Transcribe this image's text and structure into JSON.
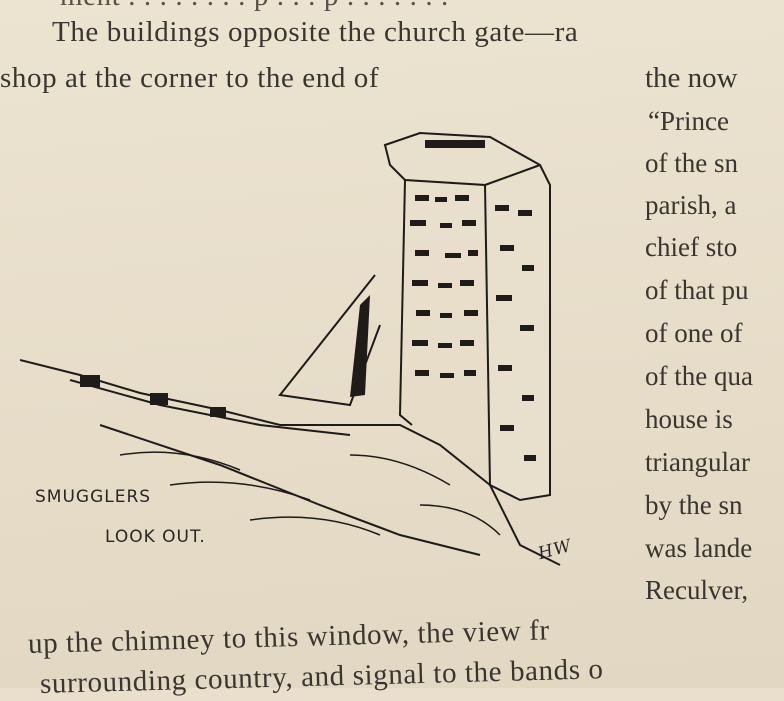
{
  "text": {
    "top_partial": "ment . . . . . . . . p . . . p . . . . . . .",
    "line1": "The buildings opposite the church gate—ra",
    "line2_left": "shop  at  the  corner  to  the  end  of",
    "right_column": [
      "the  now",
      "“Prince ",
      "of  the  sn",
      "parish,  a",
      "chief  sto",
      "of that pu",
      "of  one  of",
      "of the qua",
      "house  is ",
      "triangular",
      "by  the  sn",
      "was lande",
      "Reculver,"
    ],
    "bottom_line1": "up  the  chimney  to  this  window,  the  view  fr",
    "bottom_line2": "surrounding  country,  and  signal  to  the  bands  o"
  },
  "illustration": {
    "caption_line1": "SMUGGLERS",
    "caption_line2": "LOOK OUT.",
    "signature": "HW"
  }
}
